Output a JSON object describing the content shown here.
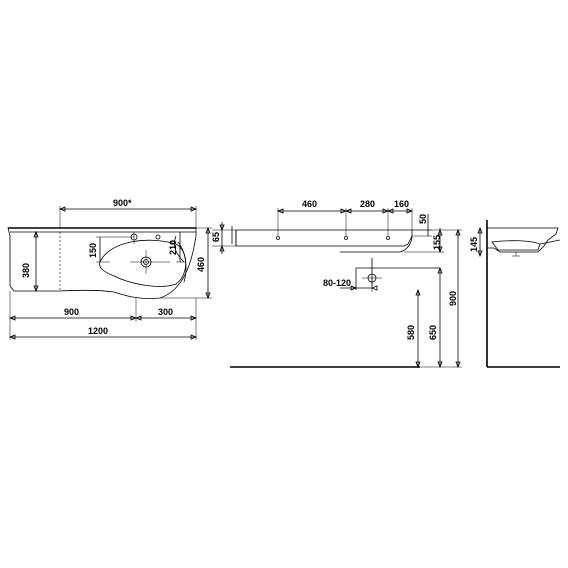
{
  "top_view": {
    "width_900_star": "900*",
    "dim_380": "380",
    "dim_150": "150",
    "dim_210": "210",
    "dim_460": "460",
    "dim_900": "900",
    "dim_300": "300",
    "dim_1200": "1200"
  },
  "front_view": {
    "dim_65": "65",
    "dim_460": "460",
    "dim_280": "280",
    "dim_160": "160",
    "dim_50": "50",
    "dim_155": "155",
    "dim_80_120": "80-120",
    "dim_580": "580",
    "dim_650": "650",
    "dim_900": "900"
  },
  "side_view": {
    "dim_145": "145"
  }
}
